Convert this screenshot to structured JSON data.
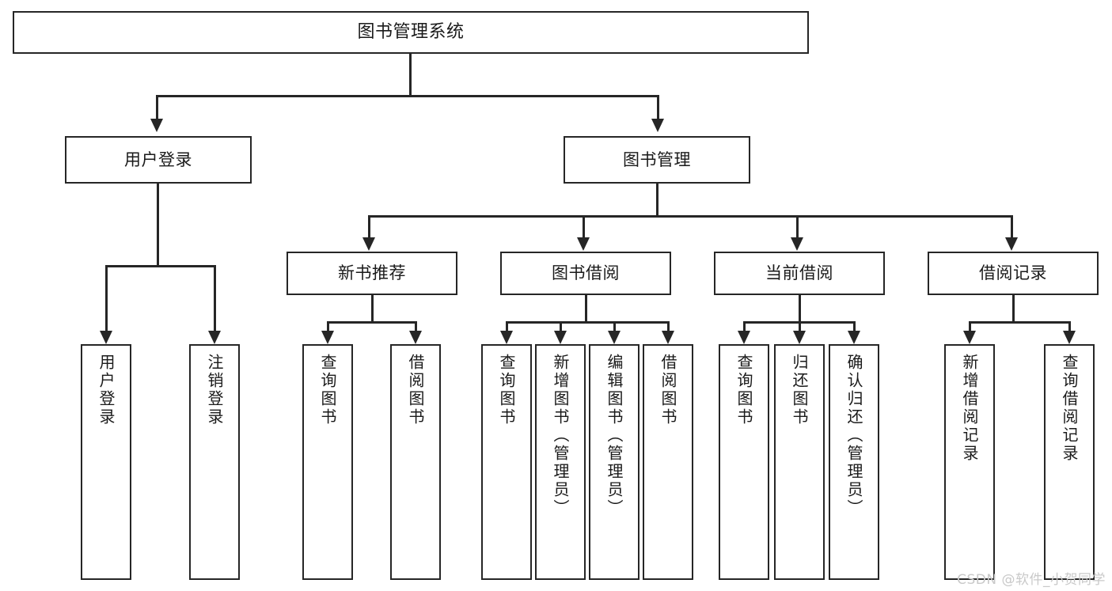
{
  "diagram": {
    "type": "tree-hierarchy",
    "title": "图书管理系统",
    "watermark": "CSDN @软件_小贺同学",
    "colors": {
      "stroke": "#262626",
      "fill": "#ffffff",
      "text": "#1a1a1a",
      "watermark": "#c9c9c9"
    },
    "root": {
      "label": "图书管理系统"
    },
    "level2": [
      {
        "id": "user-login",
        "label": "用户登录"
      },
      {
        "id": "book-manage",
        "label": "图书管理"
      }
    ],
    "level3": [
      {
        "id": "new-book-rec",
        "label": "新书推荐",
        "parent": "book-manage"
      },
      {
        "id": "book-borrow",
        "label": "图书借阅",
        "parent": "book-manage"
      },
      {
        "id": "current-borrow",
        "label": "当前借阅",
        "parent": "book-manage"
      },
      {
        "id": "borrow-record",
        "label": "借阅记录",
        "parent": "book-manage"
      }
    ],
    "leaves": {
      "user-login": [
        {
          "id": "leaf-user-login",
          "label": "用户登录"
        },
        {
          "id": "leaf-user-logout",
          "label": "注销登录"
        }
      ],
      "new-book-rec": [
        {
          "id": "leaf-query-book-1",
          "label": "查询图书"
        },
        {
          "id": "leaf-borrow-book-1",
          "label": "借阅图书"
        }
      ],
      "book-borrow": [
        {
          "id": "leaf-query-book-2",
          "label": "查询图书"
        },
        {
          "id": "leaf-add-book",
          "label": "新增图书（管理员）"
        },
        {
          "id": "leaf-edit-book",
          "label": "编辑图书（管理员）"
        },
        {
          "id": "leaf-borrow-book-2",
          "label": "借阅图书"
        }
      ],
      "current-borrow": [
        {
          "id": "leaf-query-book-3",
          "label": "查询图书"
        },
        {
          "id": "leaf-return-book",
          "label": "归还图书"
        },
        {
          "id": "leaf-confirm-return",
          "label": "确认归还（管理员）"
        }
      ],
      "borrow-record": [
        {
          "id": "leaf-add-record",
          "label": "新增借阅记录"
        },
        {
          "id": "leaf-query-record",
          "label": "查询借阅记录"
        }
      ]
    }
  }
}
